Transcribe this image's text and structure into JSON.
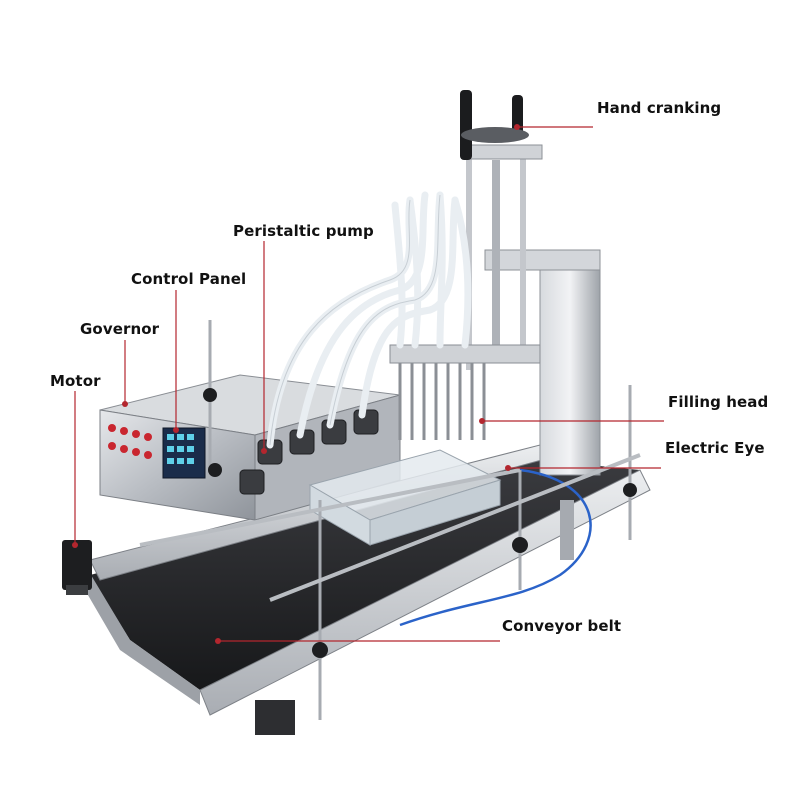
{
  "labels": {
    "hand_cranking": "Hand cranking",
    "peristaltic_pump": "Peristaltic pump",
    "control_panel": "Control Panel",
    "governor": "Governor",
    "motor": "Motor",
    "filling_head": "Filling head",
    "electric_eye": "Electric Eye",
    "conveyor_belt": "Conveyor belt"
  },
  "colors": {
    "leader_line": "#b3262e",
    "label_text": "#111111",
    "frame_aluminum": "#c9ccd1",
    "belt": "#2a2b2e",
    "tubing": "#eef3f6",
    "signal_cable": "#2b63c9"
  }
}
